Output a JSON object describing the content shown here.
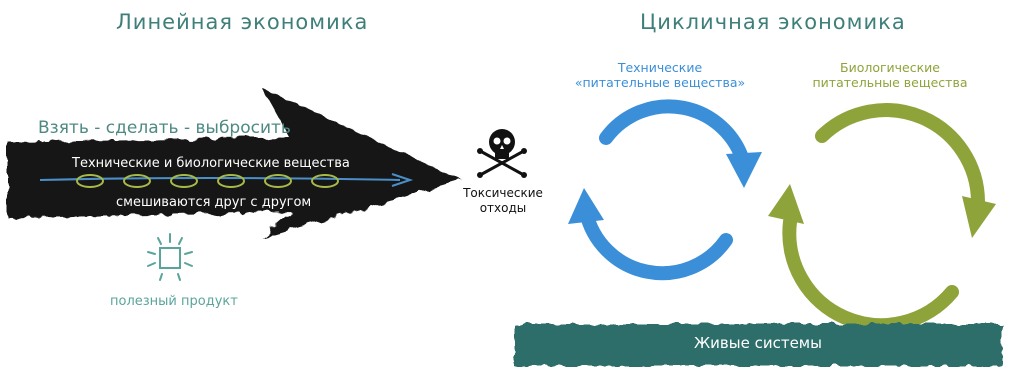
{
  "linear": {
    "title": "Линейная экономика",
    "slogan": "Взять - сделать  - выбросить",
    "arrow_line1": "Технические и биологические вещества",
    "arrow_line2": "смешиваются друг с другом",
    "product_label": "полезный продукт"
  },
  "toxic": {
    "line1": "Токсические",
    "line2": "отходы"
  },
  "circular": {
    "title": "Цикличная экономика",
    "technical": {
      "line1": "Технические",
      "line2": "«питательные вещества»",
      "color": "#3a8fd8"
    },
    "biological": {
      "line1": "Биологические",
      "line2": "питательные вещества",
      "color": "#8ea33a"
    },
    "living_systems": "Живые системы"
  },
  "colors": {
    "title": "#3f7f7a",
    "arrow_black": "#111111",
    "living_band": "#2e6e6a",
    "product": "#5aa49c"
  }
}
